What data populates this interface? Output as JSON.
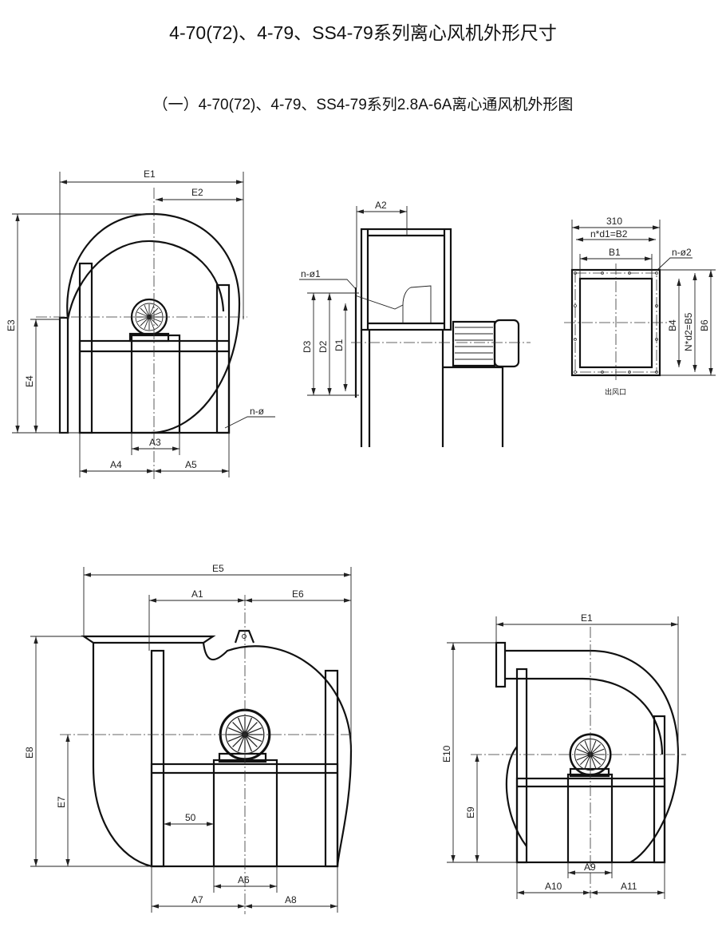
{
  "title": "4-70(72)、4-79、SS4-79系列离心风机外形尺寸",
  "subtitle": "（一）4-70(72)、4-79、SS4-79系列2.8A-6A离心通风机外形图",
  "view1": {
    "E1": "E1",
    "E2": "E2",
    "E3": "E3",
    "E4": "E4",
    "A3": "A3",
    "A4": "A4",
    "A5": "A5",
    "hole": "n-ø"
  },
  "view2": {
    "A2": "A2",
    "hole": "n-ø1",
    "D3": "D3",
    "D2": "D2",
    "D1": "D1"
  },
  "view3": {
    "w310": "310",
    "B2": "n*d1=B2",
    "B1": "B1",
    "hole": "n-ø2",
    "B4": "B4",
    "B5": "N*d2=B5",
    "B6": "B6",
    "outlet": "出风口"
  },
  "view4": {
    "E5": "E5",
    "A1": "A1",
    "E6": "E6",
    "E8": "E8",
    "E7": "E7",
    "d50": "50",
    "A6": "A6",
    "A7": "A7",
    "A8": "A8"
  },
  "view5": {
    "E1": "E1",
    "E10": "E10",
    "E9": "E9",
    "A9": "A9",
    "A10": "A10",
    "A11": "A11"
  }
}
